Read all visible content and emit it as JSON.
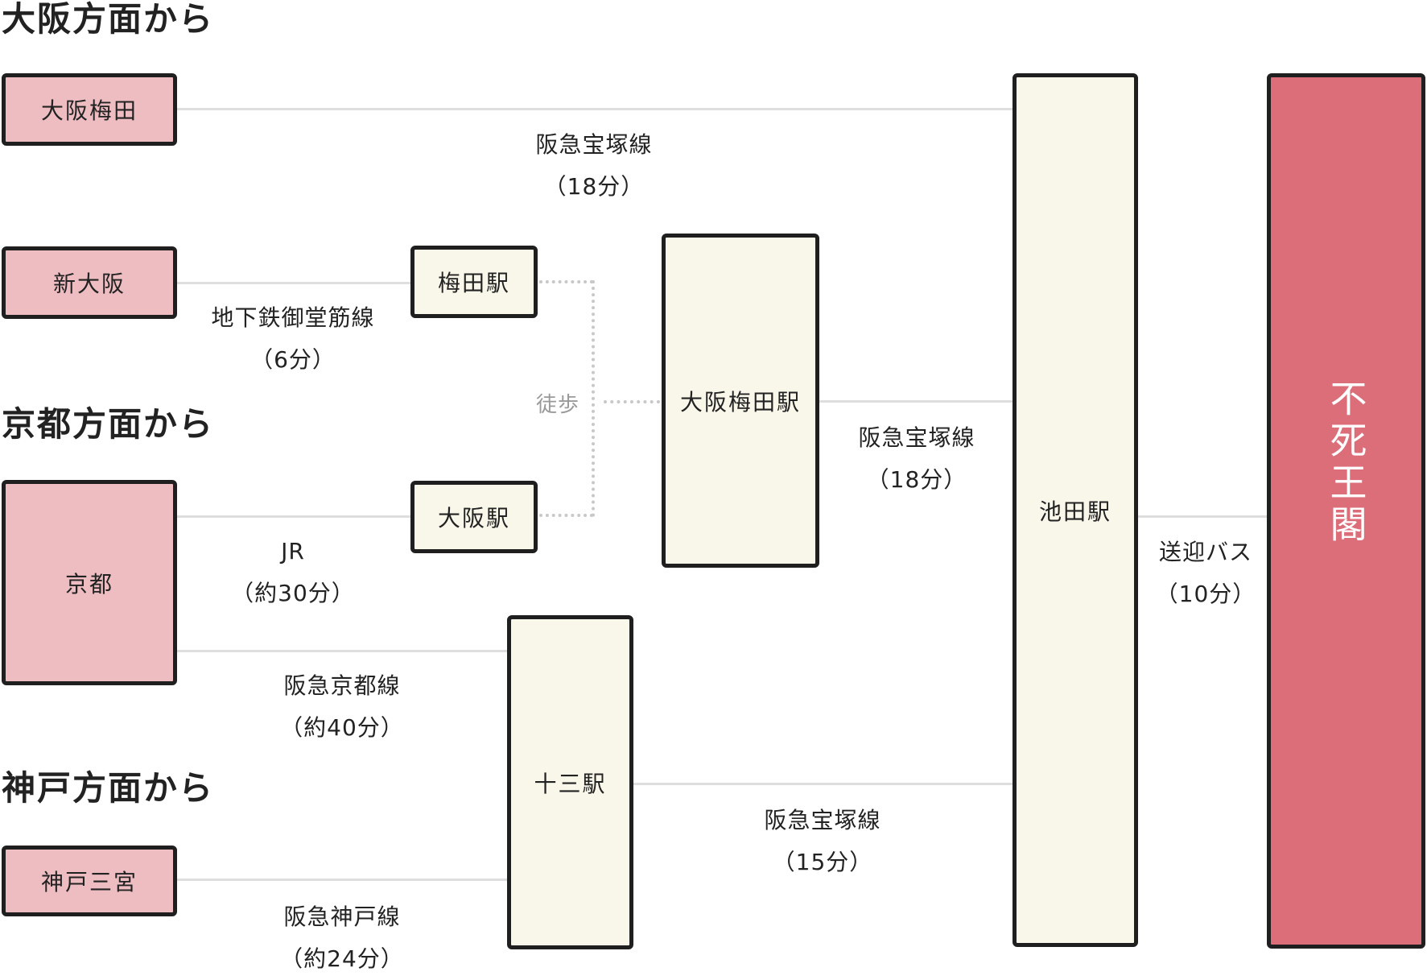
{
  "headings": {
    "osaka": "大阪方面から",
    "kyoto": "京都方面から",
    "kobe": "神戸方面から"
  },
  "origins": {
    "osaka_umeda": "大阪梅田",
    "shin_osaka": "新大阪",
    "kyoto": "京都",
    "kobe_sannomiya": "神戸三宮"
  },
  "stations": {
    "umeda": "梅田駅",
    "osaka": "大阪駅",
    "osaka_umeda": "大阪梅田駅",
    "juso": "十三駅",
    "ikeda": "池田駅"
  },
  "destination": "不死王閣",
  "routes": {
    "umeda_ikeda": {
      "line": "阪急宝塚線",
      "time": "（18分）"
    },
    "midosuji": {
      "line": "地下鉄御堂筋線",
      "time": "（6分）"
    },
    "jr": {
      "line": "JR",
      "time": "（約30分）"
    },
    "kyoto_line": {
      "line": "阪急京都線",
      "time": "（約40分）"
    },
    "kobe_line": {
      "line": "阪急神戸線",
      "time": "（約24分）"
    },
    "osakaumeda_ikeda": {
      "line": "阪急宝塚線",
      "time": "（18分）"
    },
    "juso_ikeda": {
      "line": "阪急宝塚線",
      "time": "（15分）"
    },
    "bus": {
      "line": "送迎バス",
      "time": "（10分）"
    }
  },
  "walk": "徒歩",
  "colors": {
    "origin": "#eebdc2",
    "station": "#f9f7ea",
    "destination": "#dc6e7a",
    "connector": "#dedede",
    "walk_path": "#c8c8c8"
  }
}
